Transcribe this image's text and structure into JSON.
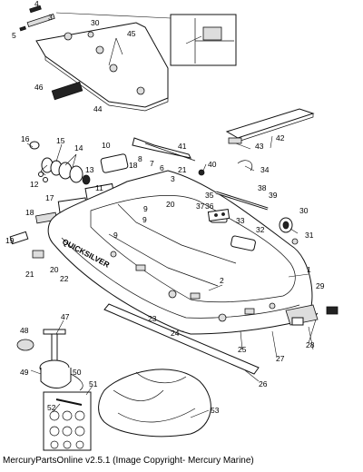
{
  "brand_text": "QUICKSILVER",
  "footer": "MercuryPartsOnline v2.5.1 (Image Copyright- Mercury Marine)",
  "callouts": [
    "1",
    "2",
    "3",
    "3",
    "4",
    "5",
    "6",
    "7",
    "8",
    "9",
    "9",
    "9",
    "10",
    "11",
    "12",
    "13",
    "14",
    "15",
    "16",
    "17",
    "18",
    "18",
    "19",
    "20",
    "20",
    "21",
    "21",
    "22",
    "23",
    "24",
    "25",
    "26",
    "27",
    "28",
    "29",
    "30",
    "30",
    "31",
    "32",
    "33",
    "34",
    "35",
    "36",
    "37",
    "38",
    "39",
    "40",
    "41",
    "42",
    "43",
    "44",
    "45",
    "46",
    "47",
    "48",
    "49",
    "50",
    "51",
    "52",
    "53"
  ]
}
